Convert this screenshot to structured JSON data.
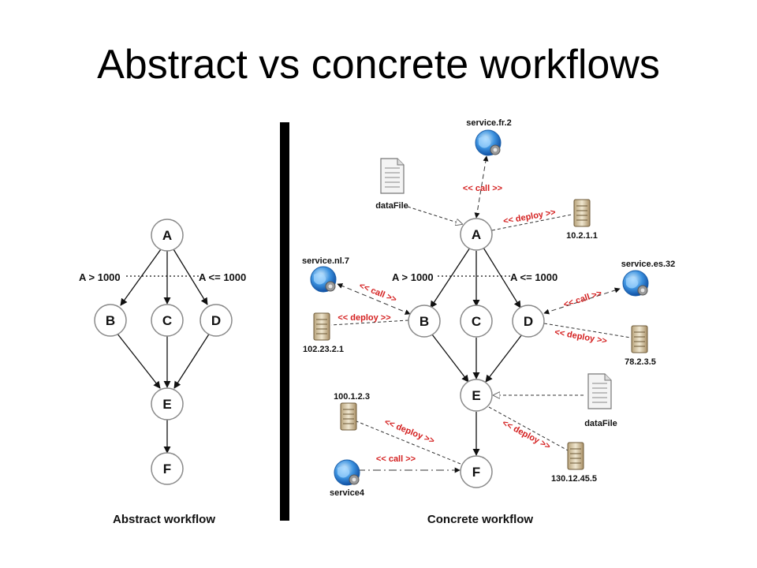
{
  "title": "Abstract vs concrete workflows",
  "abstract": {
    "caption": "Abstract workflow",
    "nodes": [
      "A",
      "B",
      "C",
      "D",
      "E",
      "F"
    ],
    "cond_left": "A > 1000",
    "cond_right": "A <= 1000"
  },
  "concrete": {
    "caption": "Concrete workflow",
    "nodes": [
      "A",
      "B",
      "C",
      "D",
      "E",
      "F"
    ],
    "cond_left": "A > 1000",
    "cond_right": "A <= 1000",
    "relations": {
      "call": "<< call >>",
      "deploy": "<< deploy >>"
    },
    "services": {
      "a": "service.fr.2",
      "b": "service.nl.7",
      "d": "service.es.32",
      "f": "service4"
    },
    "hosts": {
      "a": "10.2.1.1",
      "b": "102.23.2.1",
      "d": "78.2.3.5",
      "e": "130.12.45.5",
      "f": "100.1.2.3"
    },
    "files": {
      "a": "dataFile",
      "e": "dataFile"
    }
  }
}
